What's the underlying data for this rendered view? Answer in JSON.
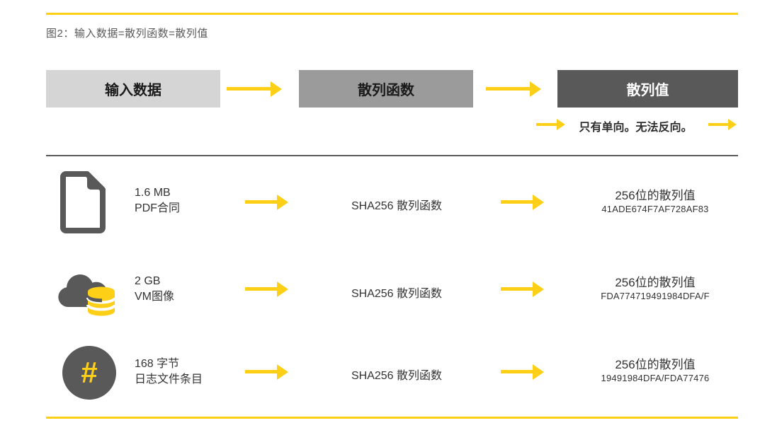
{
  "figure": {
    "title": "图2：输入数据=散列函数=散列值"
  },
  "colors": {
    "accent_yellow": "#FDD017",
    "box_light_gray": "#D5D5D5",
    "box_mid_gray": "#9B9B9B",
    "box_dark_gray": "#595959",
    "text_dark": "#333333"
  },
  "header": {
    "input_label": "输入数据",
    "function_label": "散列函数",
    "value_label": "散列值",
    "note": "只有单向。无法反向。"
  },
  "icons": {
    "row1": "pdf-document-icon",
    "row2": "cloud-database-icon",
    "row3": "hash-circle-icon",
    "hash_glyph": "#"
  },
  "rows": [
    {
      "size": "1.6 MB",
      "desc": "PDF合同",
      "func": "SHA256 散列函数",
      "hash_title": "256位的散列值",
      "hash_value": "41ADE674F7AF728AF83"
    },
    {
      "size": "2 GB",
      "desc": "VM图像",
      "func": "SHA256 散列函数",
      "hash_title": "256位的散列值",
      "hash_value": "FDA774719491984DFA/F"
    },
    {
      "size": "168 字节",
      "desc": "日志文件条目",
      "func": "SHA256 散列函数",
      "hash_title": "256位的散列值",
      "hash_value": "19491984DFA/FDA77476"
    }
  ]
}
